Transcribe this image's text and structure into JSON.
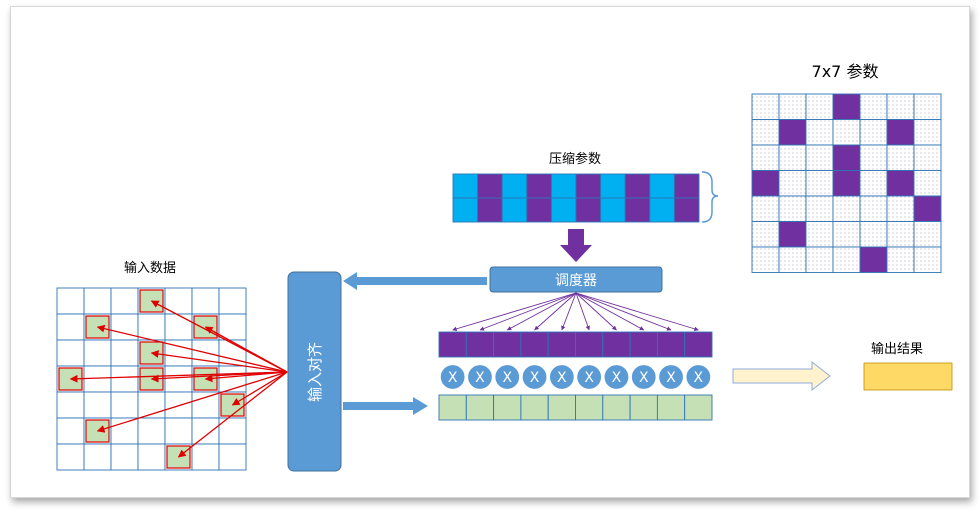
{
  "labels": {
    "input_data": "输入数据",
    "compressed_params": "压缩参数",
    "params_7x7": "7x7 参数",
    "scheduler": "调度器",
    "input_align": "输入对齐",
    "output_result": "输出结果",
    "multiply": "X"
  },
  "input_grid": {
    "rows": 7,
    "cols": 7,
    "highlighted": [
      [
        0,
        3
      ],
      [
        1,
        1
      ],
      [
        1,
        5
      ],
      [
        2,
        3
      ],
      [
        3,
        0
      ],
      [
        3,
        3
      ],
      [
        3,
        5
      ],
      [
        4,
        6
      ],
      [
        5,
        1
      ],
      [
        6,
        4
      ]
    ]
  },
  "params_grid": {
    "rows": 7,
    "cols": 7,
    "filled": [
      [
        0,
        3
      ],
      [
        1,
        1
      ],
      [
        1,
        5
      ],
      [
        2,
        3
      ],
      [
        3,
        0
      ],
      [
        3,
        3
      ],
      [
        3,
        5
      ],
      [
        4,
        6
      ],
      [
        5,
        1
      ],
      [
        6,
        4
      ]
    ]
  },
  "compressed_row": {
    "cells": 10,
    "pattern": [
      "cyan",
      "purple",
      "cyan",
      "purple",
      "cyan",
      "purple",
      "cyan",
      "purple",
      "cyan",
      "purple"
    ]
  },
  "pipeline": {
    "cells": 10
  },
  "colors": {
    "purple": "#7030a0",
    "cyan": "#00b0f0",
    "blue": "#5b9bd5",
    "green_light": "#c5e0b4",
    "highlight_border": "#e00000",
    "arrow_red": "#e00000",
    "output_yellow": "#ffd966",
    "arrow_fill_yellow": "#fff2cc",
    "grid_blue": "#2e75b6",
    "dot_fill": "#f0eef4"
  }
}
